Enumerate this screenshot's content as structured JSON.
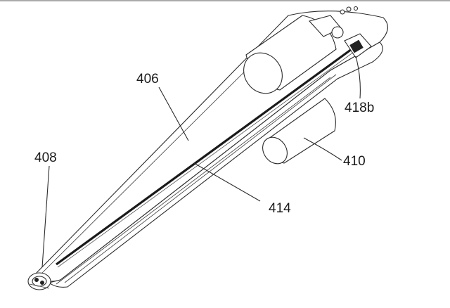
{
  "labels": {
    "l406": "406",
    "l408": "408",
    "l410": "410",
    "l414": "414",
    "l418b": "418b"
  }
}
